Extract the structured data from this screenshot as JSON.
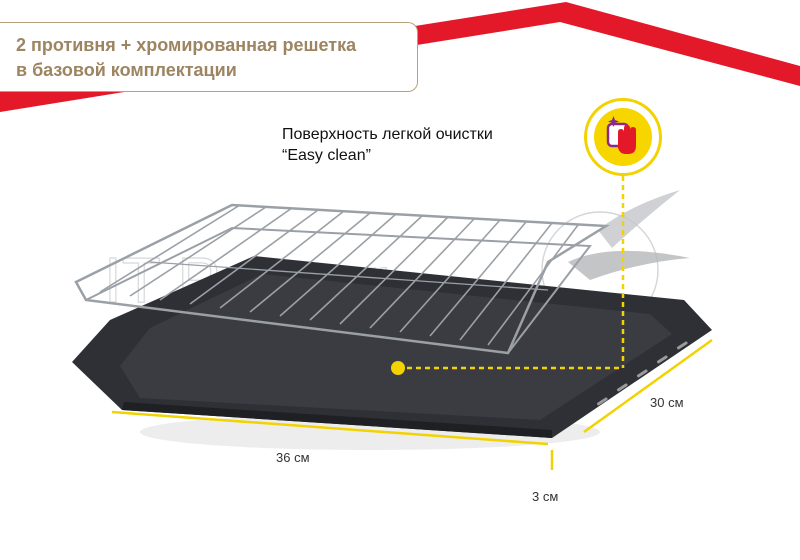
{
  "title": {
    "line1": "2 противня + хромированная решетка",
    "line2": "в базовой комплектации"
  },
  "feature": {
    "line1": "Поверхность легкой очистки",
    "line2": "“Easy clean”",
    "icon": "cleaning-hand-icon"
  },
  "dimensions": {
    "length": "36 см",
    "width": "30 см",
    "height": "3 см"
  },
  "watermark": "IT Partner",
  "colors": {
    "accent_red": "#e3192a",
    "title_gold": "#9c8560",
    "dimension_yellow": "#f2d200",
    "tray": "#2e3035",
    "grill": "#9aa0a6"
  }
}
